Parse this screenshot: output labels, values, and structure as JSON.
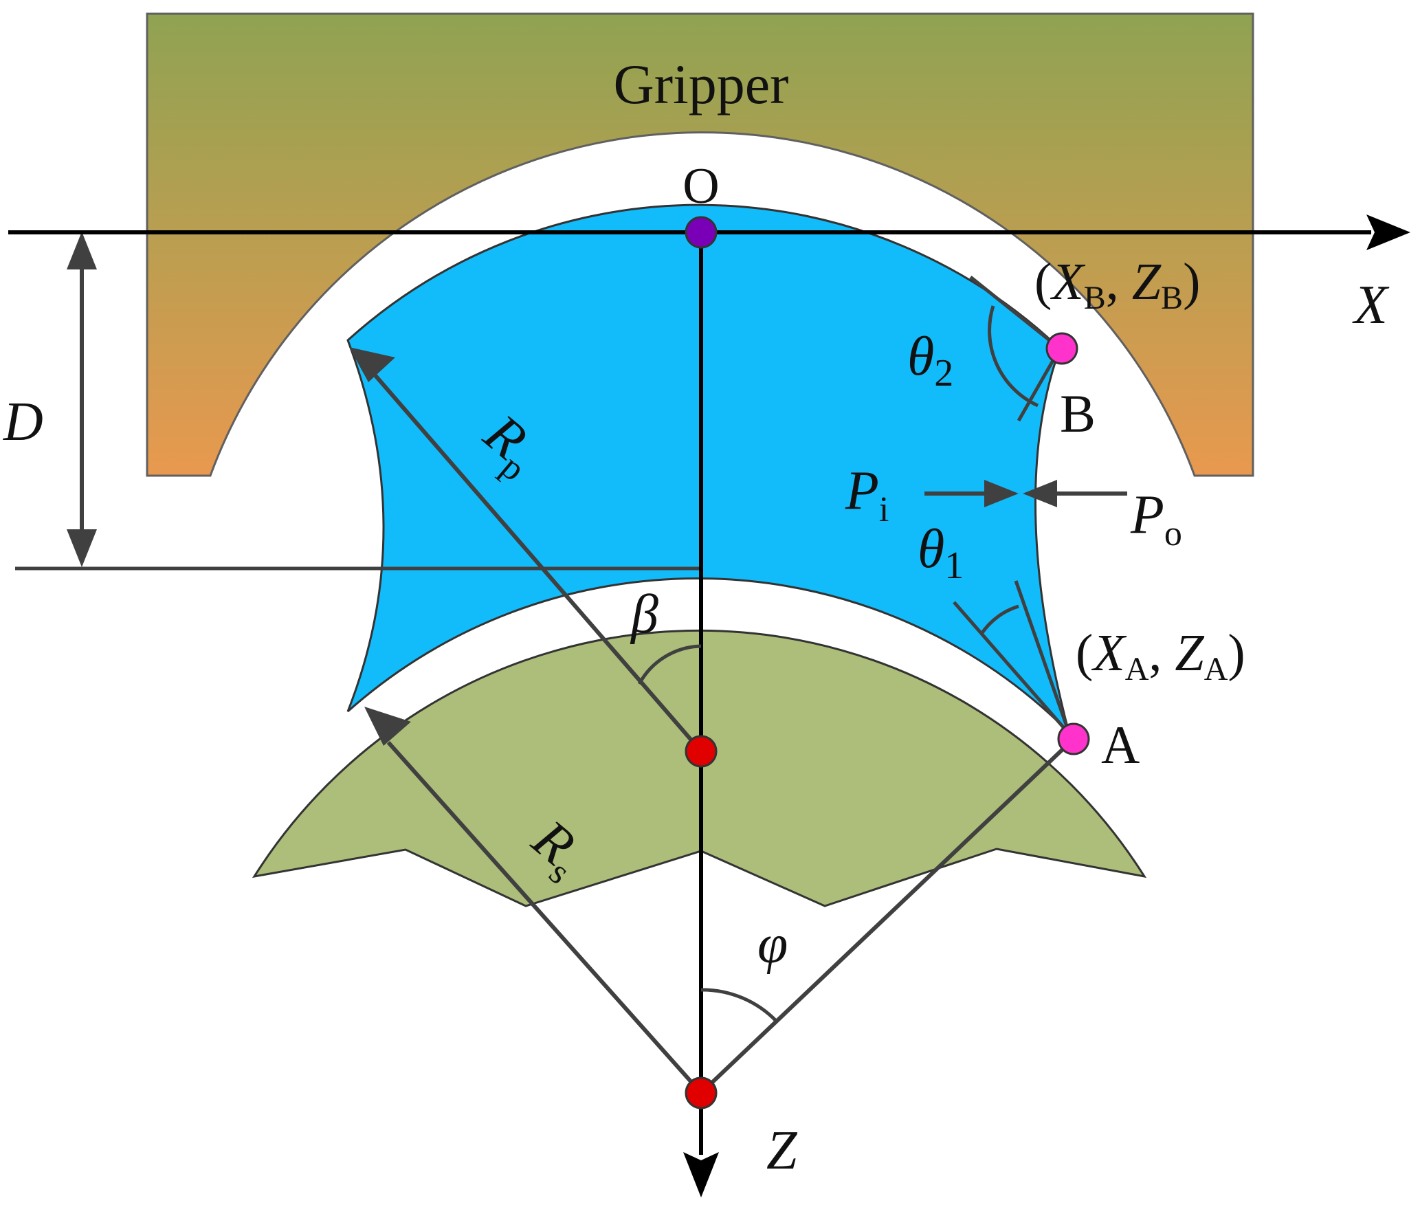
{
  "labels": {
    "gripper": "Gripper",
    "origin": "O",
    "x_axis": "X",
    "z_axis": "Z",
    "distance": "D",
    "point_a": "A",
    "point_b": "B",
    "coord_a": {
      "open": "(",
      "x": "X",
      "x_sub": "A",
      "sep": ", ",
      "z": "Z",
      "z_sub": "A",
      "close": ")"
    },
    "coord_b": {
      "open": "(",
      "x": "X",
      "x_sub": "B",
      "sep": ", ",
      "z": "Z",
      "z_sub": "B",
      "close": ")"
    },
    "rp": {
      "main": "R",
      "sub": "p"
    },
    "rs": {
      "main": "R",
      "sub": "s"
    },
    "p_inner": {
      "main": "P",
      "sub": "i"
    },
    "p_outer": {
      "main": "P",
      "sub": "o"
    },
    "theta1": {
      "main": "θ",
      "sub": "1"
    },
    "theta2": {
      "main": "θ",
      "sub": "2"
    },
    "beta": "β",
    "phi": "φ"
  },
  "colors": {
    "gripper_top": "#8FA352",
    "gripper_bottom": "#E8994F",
    "fluid": "#12BCFB",
    "sphere": "#ADBE7A",
    "axis": "#000000",
    "line": "#404040",
    "origin_point": "#7A00B8",
    "center_point": "#E00000",
    "contact_point": "#FF33CC"
  }
}
